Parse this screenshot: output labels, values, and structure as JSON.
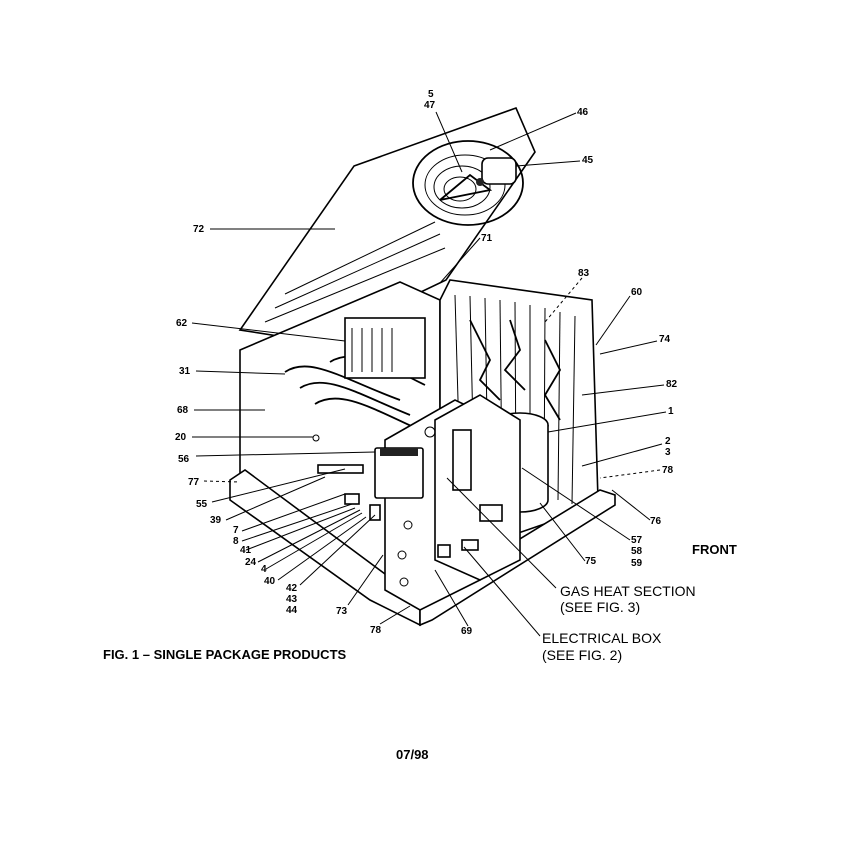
{
  "figure": {
    "caption": "FIG. 1 – SINGLE PACKAGE PRODUCTS",
    "front_label": "FRONT",
    "date": "07/98"
  },
  "sections": {
    "gas_heat": {
      "line1": "GAS HEAT SECTION",
      "line2": "(SEE FIG. 3)"
    },
    "electrical_box": {
      "line1": "ELECTRICAL BOX",
      "line2": "(SEE FIG. 2)"
    }
  },
  "callouts": {
    "c5": "5",
    "c47": "47",
    "c46": "46",
    "c45": "45",
    "c72": "72",
    "c71": "71",
    "c83": "83",
    "c60": "60",
    "c74": "74",
    "c62": "62",
    "c82": "82",
    "c31": "31",
    "c1": "1",
    "c68": "68",
    "c2": "2",
    "c3": "3",
    "c20": "20",
    "c56": "56",
    "c78r": "78",
    "c77": "77",
    "c76": "76",
    "c55": "55",
    "c39": "39",
    "c7": "7",
    "c8": "8",
    "c41": "41",
    "c57": "57",
    "c58": "58",
    "c59": "59",
    "c24": "24",
    "c75": "75",
    "c4": "4",
    "c40": "40",
    "c42": "42",
    "c43": "43",
    "c44": "44",
    "c73": "73",
    "c78b": "78",
    "c69": "69"
  }
}
